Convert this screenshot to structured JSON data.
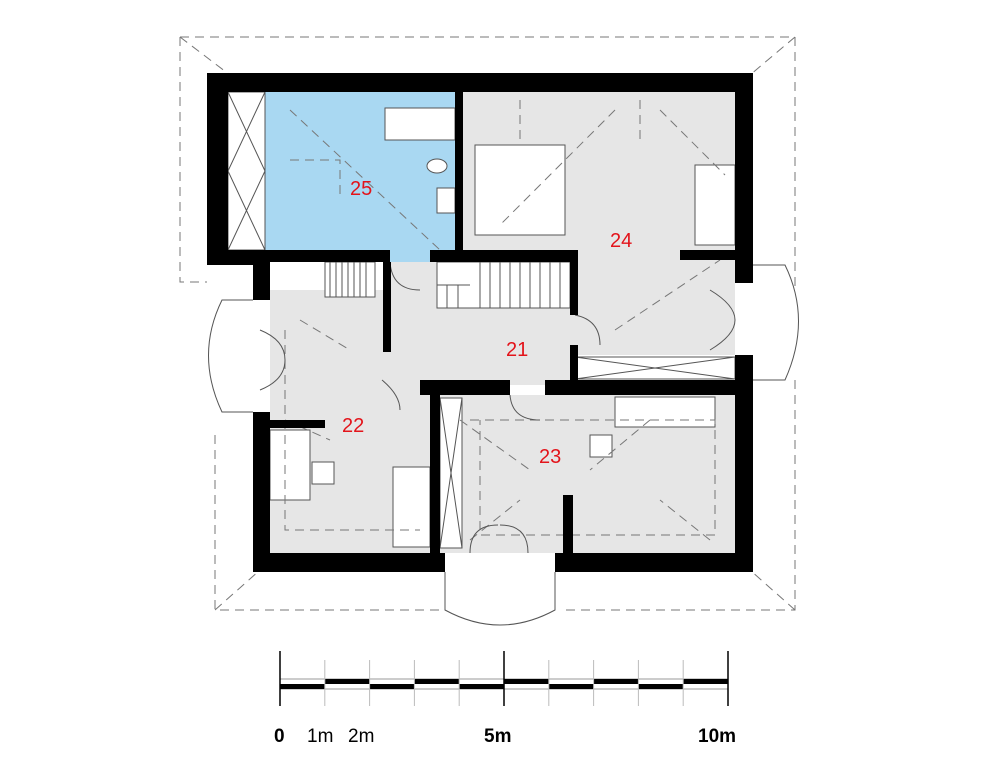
{
  "rooms": [
    {
      "number": "25",
      "highlighted": true
    },
    {
      "number": "24",
      "highlighted": false
    },
    {
      "number": "21",
      "highlighted": false
    },
    {
      "number": "22",
      "highlighted": false
    },
    {
      "number": "23",
      "highlighted": false
    }
  ],
  "scale_bar": {
    "labels": [
      "0",
      "1m",
      "2m",
      "5m",
      "10m"
    ]
  },
  "colors": {
    "highlight": "#a9d8f2",
    "floor": "#e6e6e6",
    "walls": "#000000",
    "room_label": "#e3141b"
  }
}
